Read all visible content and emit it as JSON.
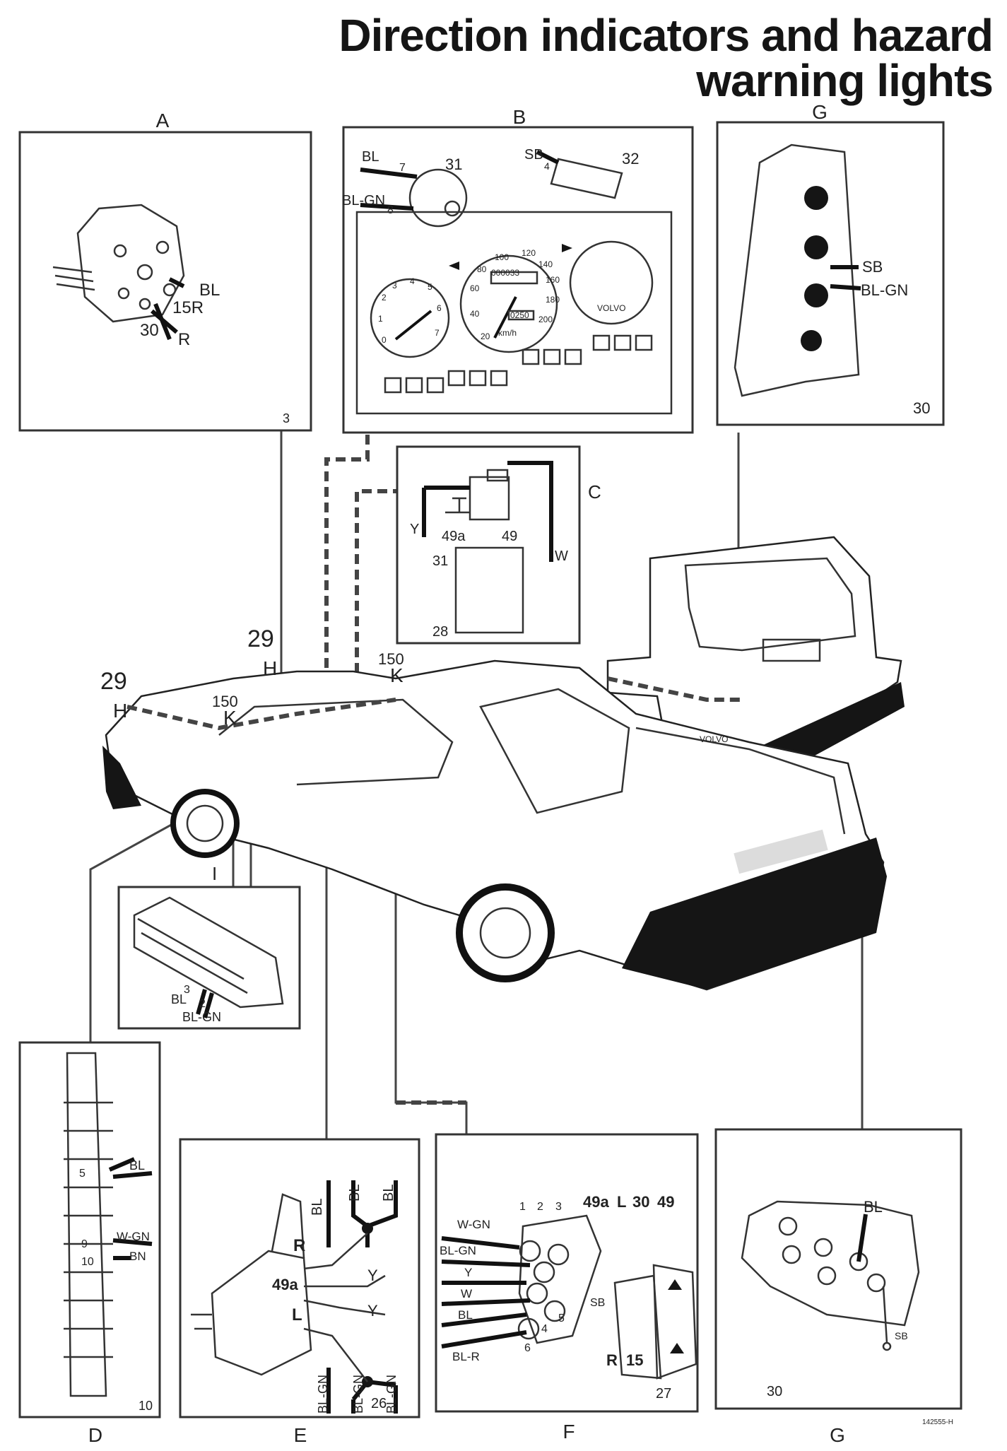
{
  "title": {
    "line1": "Direction indicators and hazard",
    "line2": "warning lights"
  },
  "panels": {
    "A": {
      "letter": "A",
      "number": "3",
      "wires": [
        "BL",
        "15R",
        "30",
        "R"
      ]
    },
    "B": {
      "letter": "B",
      "number": "",
      "refs": [
        "31",
        "32"
      ],
      "wires": [
        "BL",
        "BL-GN",
        "SB"
      ],
      "pins": [
        "7",
        "8",
        "4"
      ],
      "speedo": [
        "20",
        "40",
        "60",
        "80",
        "100",
        "120",
        "140",
        "160",
        "180",
        "200"
      ],
      "speedo_unit": "km/h",
      "tacho": [
        "0",
        "1",
        "2",
        "3",
        "4",
        "5",
        "6",
        "7"
      ],
      "odometer": "000033",
      "trip": "0250",
      "brand": "VOLVO"
    },
    "G_top": {
      "letter": "G",
      "number": "30",
      "wires": [
        "SB",
        "BL-GN"
      ]
    },
    "C": {
      "letter": "C",
      "number": "28",
      "terminals": [
        "31",
        "49a",
        "49"
      ],
      "wires": [
        "Y",
        "W"
      ]
    },
    "I": {
      "letter": "I",
      "wires": [
        "BL",
        "BL-GN"
      ],
      "pins": [
        "3",
        "2"
      ]
    },
    "D": {
      "letter": "D",
      "number": "10",
      "wires": [
        "BL",
        "W-GN",
        "BN"
      ],
      "pins": [
        "5",
        "9",
        "10"
      ]
    },
    "E": {
      "letter": "E",
      "number": "26",
      "terminals": [
        "R",
        "49a",
        "L"
      ],
      "wires": [
        "BL",
        "BL",
        "BL",
        "Y",
        "Y",
        "BL-GN",
        "BL-GN",
        "BL-GN"
      ]
    },
    "F": {
      "letter": "F",
      "number": "27",
      "pins": [
        "1",
        "2",
        "3",
        "4",
        "5",
        "6"
      ],
      "wires": [
        "W-GN",
        "BL-GN",
        "Y",
        "W",
        "BL",
        "BL-R"
      ],
      "terminals": [
        "49a",
        "L",
        "30",
        "49",
        "SB",
        "R",
        "15"
      ]
    },
    "G_bottom": {
      "letter": "G",
      "number": "30",
      "wires": [
        "BL",
        "SB"
      ]
    }
  },
  "car_labels": [
    "29",
    "H",
    "150",
    "K",
    "29",
    "H",
    "150",
    "K"
  ],
  "car_brand": "VOLVO",
  "figure_id": "142555-H"
}
